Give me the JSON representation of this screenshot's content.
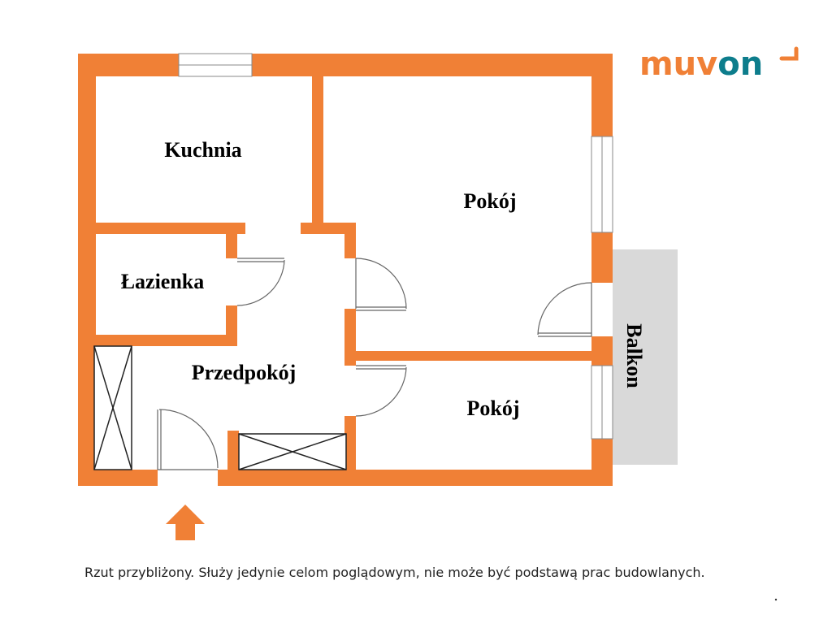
{
  "logo": {
    "part1": "muv",
    "part2": "on",
    "color1": "#f08036",
    "color2": "#0d7d8c"
  },
  "rooms": {
    "kitchen": "Kuchnia",
    "room_large": "Pokój",
    "bathroom": "Łazienka",
    "hall": "Przedpokój",
    "room_small": "Pokój",
    "balcony": "Balkon"
  },
  "note": "Rzut przybliżony. Służy jedynie celom poglądowym, nie może być podstawą prac budowlanych.",
  "colors": {
    "wall": "#f08036",
    "balcony": "#d9d9d9",
    "arrow": "#f08036"
  },
  "icons": {
    "entrance": "up-arrow-icon"
  }
}
